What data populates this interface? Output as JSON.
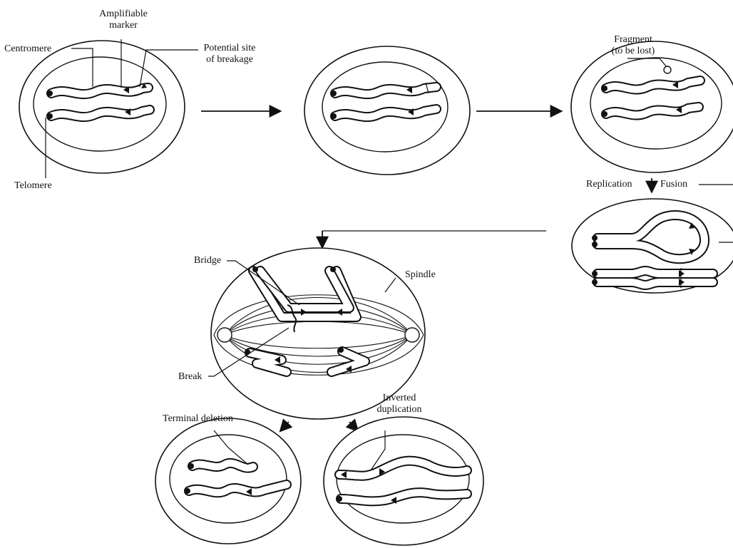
{
  "labels": {
    "amplifiable_marker": "Amplifiable\nmarker",
    "centromere": "Centromere",
    "potential_site": "Potential site\nof breakage",
    "telomere": "Telomere",
    "fragment": "Fragment\n(to be lost)",
    "replication": "Replication",
    "fusion": "Fusion",
    "bridge": "Bridge",
    "spindle": "Spindle",
    "break": "Break",
    "terminal_deletion": "Terminal deletion",
    "inverted_duplication": "Inverted\nduplication"
  }
}
